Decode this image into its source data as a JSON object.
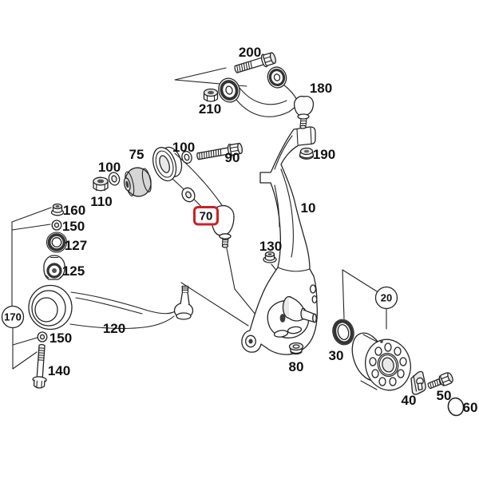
{
  "figure": {
    "background": "#ffffff",
    "line_color": "#242424",
    "highlight_color": "#cc2127"
  },
  "labels": [
    {
      "name": "label-200",
      "text": "200"
    },
    {
      "name": "label-180",
      "text": "180"
    },
    {
      "name": "label-210",
      "text": "210"
    },
    {
      "name": "label-100-upper",
      "text": "100"
    },
    {
      "name": "label-90",
      "text": "90"
    },
    {
      "name": "label-75",
      "text": "75"
    },
    {
      "name": "label-100-left",
      "text": "100"
    },
    {
      "name": "label-110",
      "text": "110"
    },
    {
      "name": "label-160",
      "text": "160"
    },
    {
      "name": "label-150-upper",
      "text": "150"
    },
    {
      "name": "label-127",
      "text": "127"
    },
    {
      "name": "label-125",
      "text": "125"
    },
    {
      "name": "label-150-lower",
      "text": "150"
    },
    {
      "name": "label-140",
      "text": "140"
    },
    {
      "name": "label-120",
      "text": "120"
    },
    {
      "name": "label-10",
      "text": "10"
    },
    {
      "name": "label-190",
      "text": "190"
    },
    {
      "name": "label-130",
      "text": "130"
    },
    {
      "name": "label-80",
      "text": "80"
    },
    {
      "name": "label-30",
      "text": "30"
    },
    {
      "name": "label-40",
      "text": "40"
    },
    {
      "name": "label-50",
      "text": "50"
    },
    {
      "name": "label-60",
      "text": "60"
    }
  ],
  "balloons": [
    {
      "name": "balloon-170",
      "text": "170"
    },
    {
      "name": "balloon-20",
      "text": "20"
    }
  ],
  "highlight": {
    "text": "70",
    "border_color": "#cc2127"
  }
}
